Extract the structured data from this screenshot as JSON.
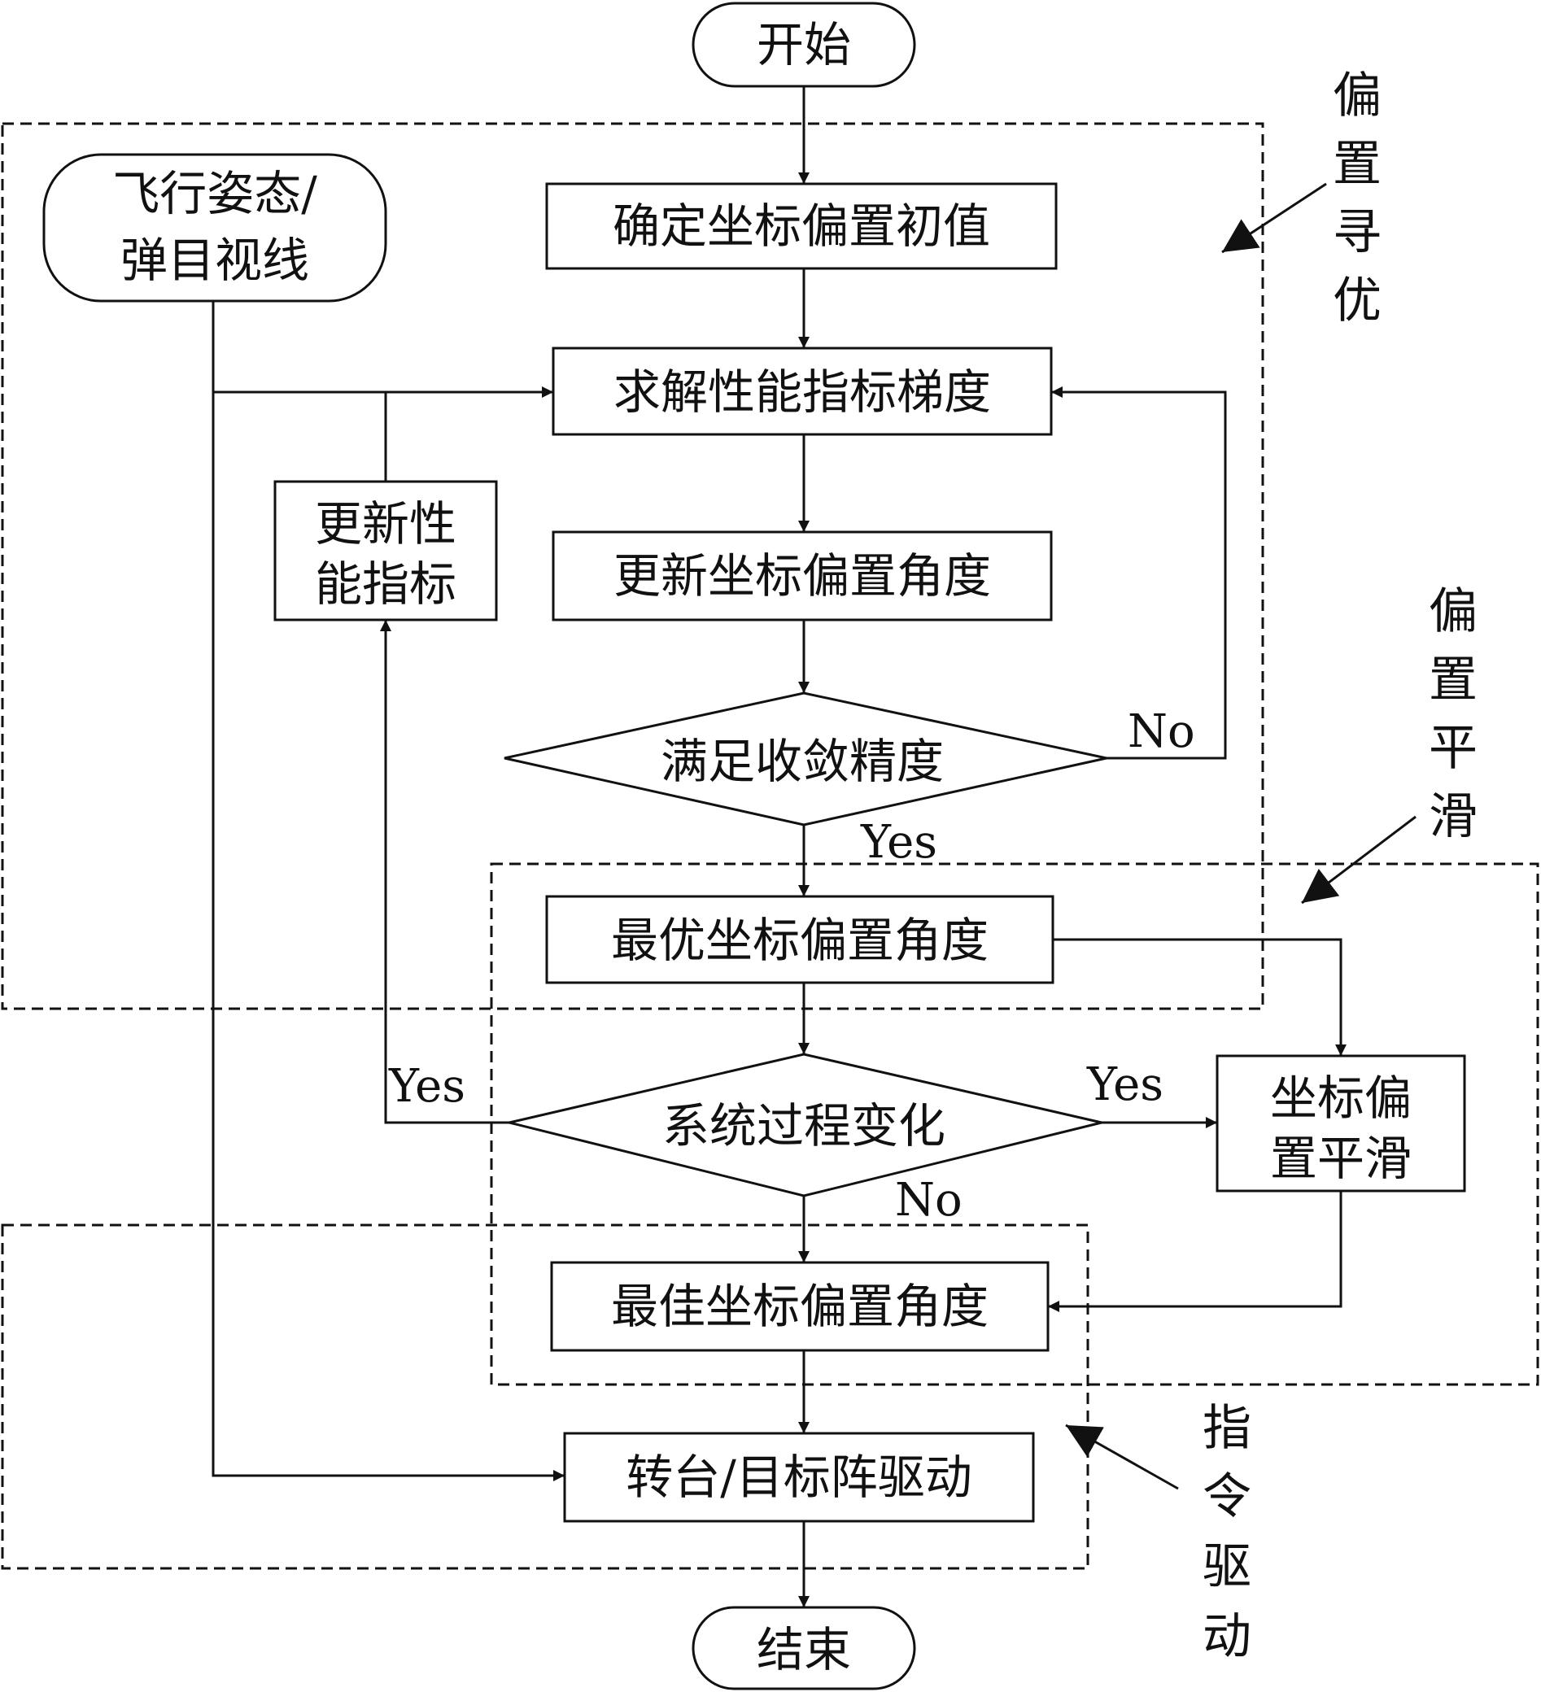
{
  "nodes": {
    "start": "开始",
    "end": "结束",
    "flight_line1": "飞行姿态/",
    "flight_line2": "弹目视线",
    "init_bias": "确定坐标偏置初值",
    "solve_gradient": "求解性能指标梯度",
    "update_angle": "更新坐标偏置角度",
    "converge": "满足收敛精度",
    "optimal_angle": "最优坐标偏置角度",
    "process_change": "系统过程变化",
    "best_angle": "最佳坐标偏置角度",
    "drive": "转台/目标阵驱动",
    "update_perf_line1": "更新性",
    "update_perf_line2": "能指标",
    "smooth_line1": "坐标偏",
    "smooth_line2": "置平滑"
  },
  "edge_labels": {
    "converge_no": "No",
    "converge_yes": "Yes",
    "change_yes_left": "Yes",
    "change_yes_right": "Yes",
    "change_no": "No"
  },
  "regions": {
    "bias_search": [
      "偏",
      "置",
      "寻",
      "优"
    ],
    "bias_smooth": [
      "偏",
      "置",
      "平",
      "滑"
    ],
    "command_drive": [
      "指",
      "令",
      "驱",
      "动"
    ]
  }
}
